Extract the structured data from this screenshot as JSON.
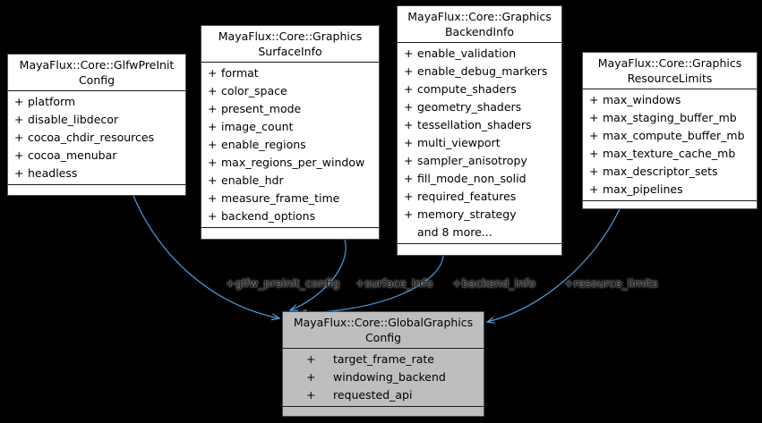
{
  "diagram": {
    "member_prefix": "+",
    "background_color": "#000000",
    "edge_color": "#4f9ddb",
    "node_fill": "#ffffff",
    "highlight_fill": "#bebebe",
    "classes": [
      {
        "name": "MayaFlux::Core::GlfwPreInitConfig",
        "title_lines": [
          "MayaFlux::Core::GlfwPreInit",
          "Config"
        ],
        "members": [
          "platform",
          "disable_libdecor",
          "cocoa_chdir_resources",
          "cocoa_menubar",
          "headless"
        ]
      },
      {
        "name": "MayaFlux::Core::GraphicsSurfaceInfo",
        "title_lines": [
          "MayaFlux::Core::Graphics",
          "SurfaceInfo"
        ],
        "members": [
          "format",
          "color_space",
          "present_mode",
          "image_count",
          "enable_regions",
          "max_regions_per_window",
          "enable_hdr",
          "measure_frame_time",
          "backend_options"
        ]
      },
      {
        "name": "MayaFlux::Core::GraphicsBackendInfo",
        "title_lines": [
          "MayaFlux::Core::Graphics",
          "BackendInfo"
        ],
        "members": [
          "enable_validation",
          "enable_debug_markers",
          "compute_shaders",
          "geometry_shaders",
          "tessellation_shaders",
          "multi_viewport",
          "sampler_anisotropy",
          "fill_mode_non_solid",
          "required_features",
          "memory_strategy"
        ],
        "more": "and 8 more..."
      },
      {
        "name": "MayaFlux::Core::GraphicsResourceLimits",
        "title_lines": [
          "MayaFlux::Core::Graphics",
          "ResourceLimits"
        ],
        "members": [
          "max_windows",
          "max_staging_buffer_mb",
          "max_compute_buffer_mb",
          "max_texture_cache_mb",
          "max_descriptor_sets",
          "max_pipelines"
        ]
      },
      {
        "name": "MayaFlux::Core::GlobalGraphicsConfig",
        "title_lines": [
          "MayaFlux::Core::GlobalGraphics",
          "Config"
        ],
        "members": [
          "target_frame_rate",
          "windowing_backend",
          "requested_api"
        ]
      }
    ],
    "edges": [
      {
        "label": "+glfw_preinit_config",
        "from": "MayaFlux::Core::GlfwPreInitConfig",
        "to": "MayaFlux::Core::GlobalGraphicsConfig"
      },
      {
        "label": "+surface_info",
        "from": "MayaFlux::Core::GraphicsSurfaceInfo",
        "to": "MayaFlux::Core::GlobalGraphicsConfig"
      },
      {
        "label": "+backend_info",
        "from": "MayaFlux::Core::GraphicsBackendInfo",
        "to": "MayaFlux::Core::GlobalGraphicsConfig"
      },
      {
        "label": "+resource_limits",
        "from": "MayaFlux::Core::GraphicsResourceLimits",
        "to": "MayaFlux::Core::GlobalGraphicsConfig"
      }
    ]
  }
}
